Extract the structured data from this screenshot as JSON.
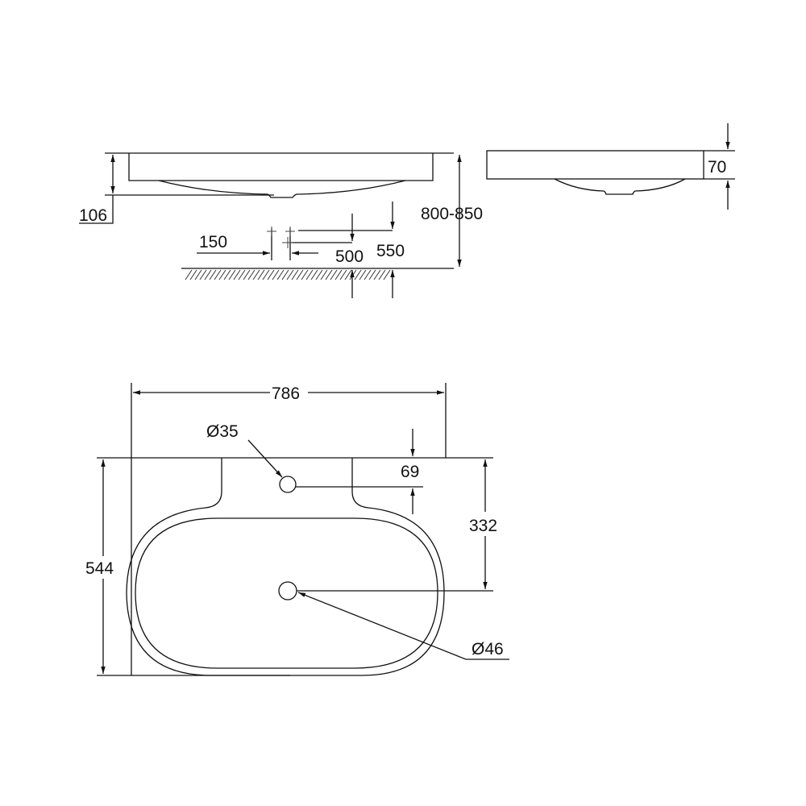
{
  "front_view": {
    "depth": "106",
    "height": "800-850",
    "offset": "150",
    "height_500": "500",
    "height_550": "550"
  },
  "side_view": {
    "thickness": "70"
  },
  "top_view": {
    "width": "786",
    "depth": "544",
    "tap_hole": "Ø35",
    "tap_hole_offset": "69",
    "drain_offset": "332",
    "drain": "Ø46"
  },
  "colors": {
    "line": "#111111",
    "background": "#ffffff"
  }
}
